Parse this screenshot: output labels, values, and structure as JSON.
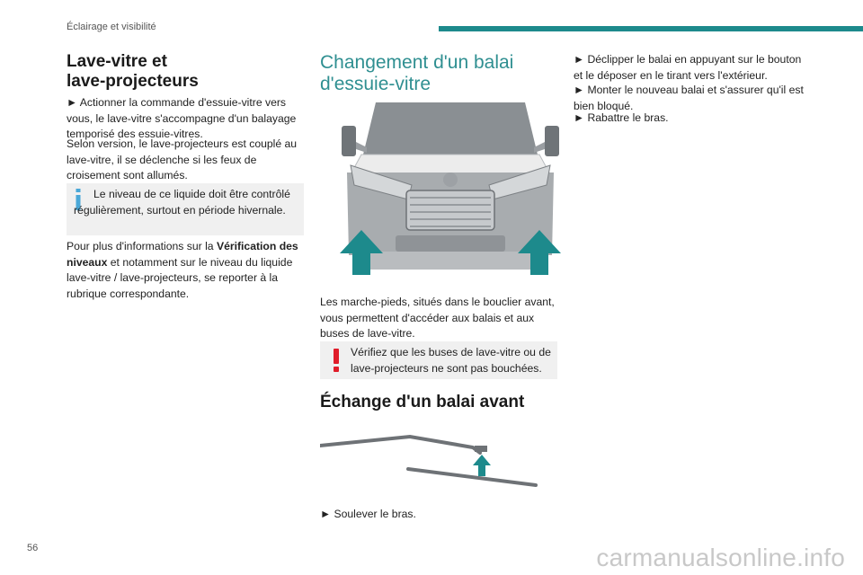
{
  "header": {
    "section": "Éclairage et visibilité"
  },
  "page_number": "56",
  "watermark": "carmanualsonline.info",
  "colors": {
    "accent": "#1d8a8c",
    "info_icon": "#4aa8d8",
    "warning_icon": "#e01d2a",
    "note_bg": "#f0f0f0"
  },
  "col1": {
    "title_line1": "Lave-vitre et",
    "title_line2": "lave-projecteurs",
    "p1": "► Actionner la commande d'essuie-vitre vers vous, le lave-vitre s'accompagne d'un balayage temporisé des essuie-vitres.",
    "p2": "Selon version, le lave-projecteurs est couplé au lave-vitre, il se déclenche si les feux de croisement sont allumés.",
    "note": "Le niveau de ce liquide doit être contrôlé régulièrement, surtout en période hivernale.",
    "p3_before": "Pour plus d'informations sur la ",
    "p3_bold": "Vérification des niveaux",
    "p3_after": " et notamment sur le niveau du liquide lave-vitre / lave-projecteurs, se reporter à la rubrique correspondante."
  },
  "col2": {
    "title_line1": "Changement d'un balai",
    "title_line2": "d'essuie-vitre",
    "p1": "Les marche-pieds, situés dans le bouclier avant, vous permettent d'accéder aux balais et aux buses de lave-vitre.",
    "warning": "Vérifiez que les buses de lave-vitre ou de lave-projecteurs ne sont pas bouchées.",
    "subtitle": "Échange d'un balai avant",
    "p2": "► Soulever le bras."
  },
  "col3": {
    "p1": "► Déclipper le balai en appuyant sur le bouton et le déposer en le tirant vers l'extérieur.",
    "p2": "► Monter le nouveau balai et s'assurer qu'il est bien bloqué.",
    "p3": "► Rabattre le bras."
  }
}
